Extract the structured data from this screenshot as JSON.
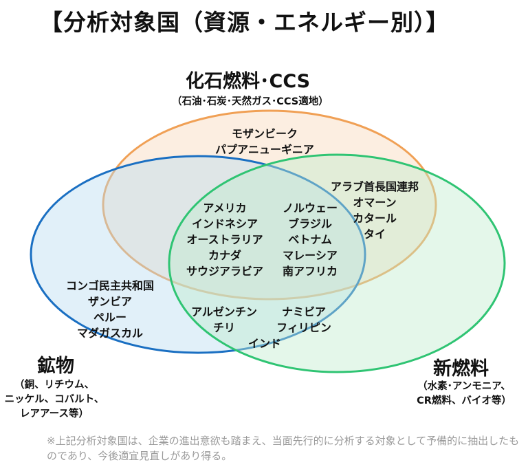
{
  "title": "【分析対象国（資源・エネルギー別）】",
  "sets": {
    "fossil": {
      "name": "化石燃料･CCS",
      "detail": "（石油･石炭･天然ガス･CCS適地）",
      "color": "#f0a055"
    },
    "minerals": {
      "name": "鉱物",
      "detail": [
        "（銅、リチウム、",
        "ニッケル、コバルト、",
        "レアアース等）"
      ],
      "color": "#1a6fc2"
    },
    "newfuel": {
      "name": "新燃料",
      "detail": [
        "（水素･アンモニア、",
        "CR燃料、バイオ等）"
      ],
      "color": "#2fc473"
    }
  },
  "regions": {
    "fossil_only": [
      "モザンビーク",
      "パプアニューギニア"
    ],
    "fossil_newfuel": [
      "アラブ首長国連邦",
      "オマーン",
      "カタール",
      "タイ"
    ],
    "all_three_left": [
      "アメリカ",
      "インドネシア",
      "オーストラリア",
      "カナダ",
      "サウジアラビア"
    ],
    "all_three_right": [
      "ノルウェー",
      "ブラジル",
      "ベトナム",
      "マレーシア",
      "南アフリカ"
    ],
    "minerals_only": [
      "コンゴ民主共和国",
      "ザンビア",
      "ペルー",
      "マダガスカル"
    ],
    "minerals_newfuel_left": [
      "アルゼンチン",
      "チリ"
    ],
    "minerals_newfuel_right": [
      "ナミビア",
      "フィリピン"
    ],
    "minerals_newfuel_bottom": "インド"
  },
  "note": "※上記分析対象国は、企業の進出意欲も踏まえ、当面先行的に分析する対象として予備的に抽出したものであり、今後適宜見直しがあり得る。"
}
